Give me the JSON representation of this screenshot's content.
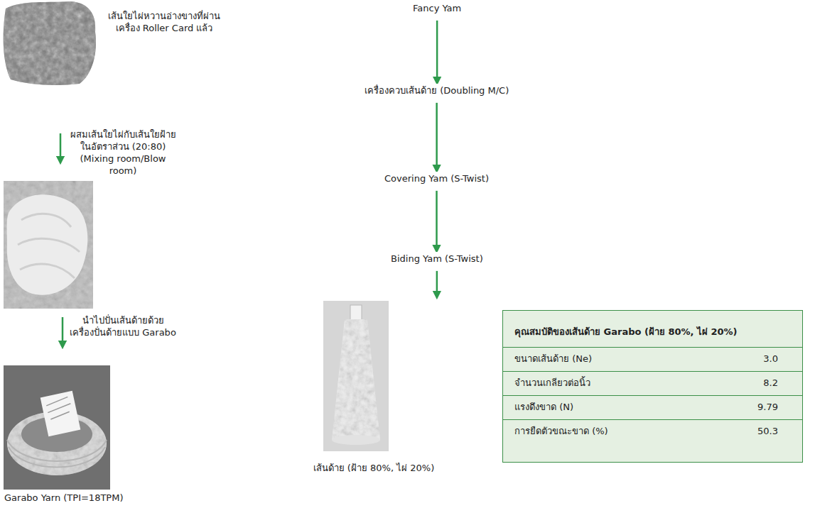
{
  "diagram": {
    "nodes": [
      {
        "text": [
          "Fancy Yam"
        ]
      },
      {
        "text": [
          "เครื่องควบเส้นด้าย (Doubling M/C)"
        ]
      },
      {
        "text": [
          "Covering Yam (S-Twist)"
        ]
      },
      {
        "text": [
          "Biding Yam (S-Twist)"
        ]
      },
      {
        "text": [
          "เส้นด้าย (ฝ้าย 80%, ไผ่ 20%)"
        ]
      },
      {
        "text": [
          "คุณสมบัติของเส้นด้าย Garabo (ฝ้าย 80%, ไผ่ 20%)"
        ]
      },
      {
        "text": [
          "ขนาดเส้นด้าย (Ne)",
          "3.0"
        ],
        "in": 5
      },
      {
        "text": [
          "จำนวนเกลียวต่อนิ้ว",
          "8.2"
        ],
        "in": 5
      },
      {
        "text": [
          "แรงดึงขาด (N)",
          "9.79"
        ],
        "in": 5
      },
      {
        "text": [
          "การยืดตัวขณะขาด (%)",
          "50.3"
        ],
        "in": 5
      }
    ],
    "edges": [
      {
        "from": 0,
        "to": 1,
        "arrow": "to"
      },
      {
        "from": 1,
        "to": 2,
        "arrow": "to"
      },
      {
        "from": 2,
        "to": 3,
        "arrow": "to"
      },
      {
        "from": 3,
        "to": 4,
        "arrow": "to"
      }
    ],
    "labels": [
      "เส้นใยไผ่หวานอ่างขางที่ผ่าน เครื่อง Roller Card แล้ว",
      "ผสมเส้นใยไผ่กับเส้นใยฝ้าย ในอัตราส่วน (20:80) (Mixing room/Blow room)",
      "นำไปปั่นเส้นด้ายด้วย เครื่องปั่นด้ายแบบ Garabo",
      "Garabo Yarn (TPI=18TPM)"
    ]
  }
}
